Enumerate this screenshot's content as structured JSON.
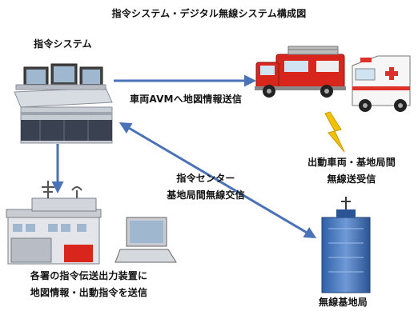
{
  "diagram": {
    "title": "指令システム・デジタル無線システム構成図",
    "nodes": {
      "command_system": "指令システム",
      "base_station": "無線基地局"
    },
    "edges": {
      "avm_transmission": "車両AVMへ地図情報送信",
      "command_center_line1": "指令センター",
      "command_center_line2": "基地局間無線交信",
      "vehicle_station_line1": "出動車両・基地局間",
      "vehicle_station_line2": "無線送受信",
      "station_output_line1": "各署の指令伝送出力装置に",
      "station_output_line2": "地図情報・出動指令を送信"
    },
    "colors": {
      "arrow": "#4a72b8",
      "fire_truck": "#d8261c",
      "ambulance_stripe": "#e0302a",
      "lightning": "#f2c200",
      "building": "#2e5fa8"
    }
  }
}
